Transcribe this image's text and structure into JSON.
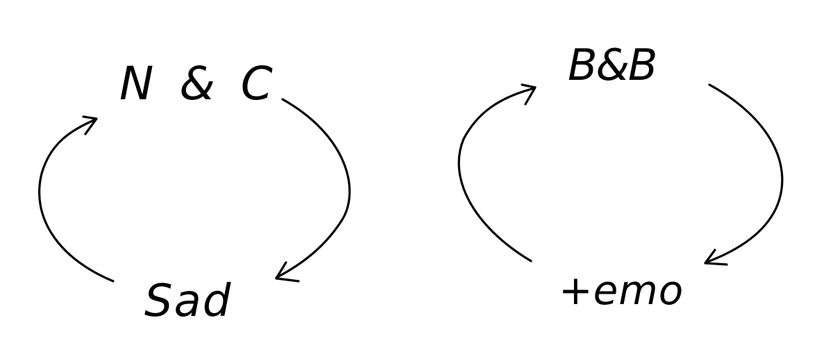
{
  "diagrams": [
    {
      "nodes": {
        "top": {
          "label": "N & C"
        },
        "bottom": {
          "label": "Sad"
        }
      }
    },
    {
      "nodes": {
        "top": {
          "label": "B&B"
        },
        "bottom": {
          "label": "+emo"
        }
      }
    }
  ],
  "colors": {
    "ink": "#000000",
    "background": "#ffffff"
  }
}
